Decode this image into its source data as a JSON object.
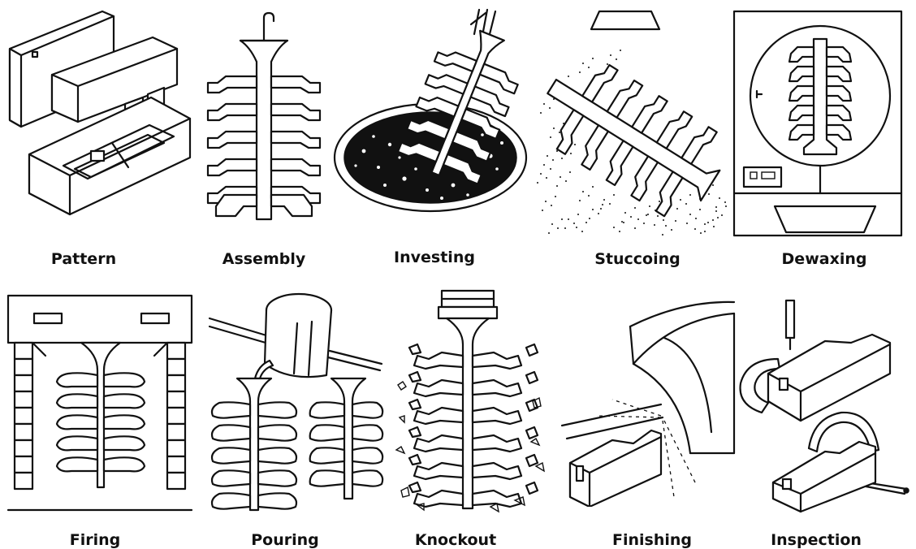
{
  "steps": [
    {
      "label": "Pattern"
    },
    {
      "label": "Assembly"
    },
    {
      "label": "Investing"
    },
    {
      "label": "Stuccoing"
    },
    {
      "label": "Dewaxing"
    },
    {
      "label": "Firing"
    },
    {
      "label": "Pouring"
    },
    {
      "label": "Knockout"
    },
    {
      "label": "Finishing"
    },
    {
      "label": "Inspection"
    }
  ]
}
